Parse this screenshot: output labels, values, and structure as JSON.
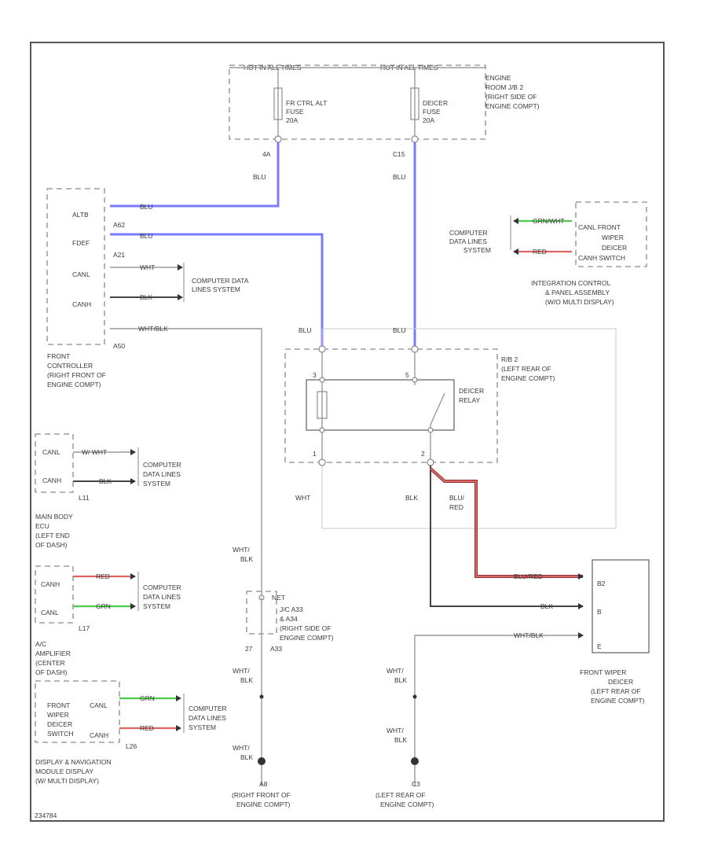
{
  "fuse_box": {
    "hot_label_1": "HOT IN ALL TIMES",
    "hot_label_2": "HOT IN ALL TIMES",
    "fuse_1": [
      "FR CTRL ALT",
      "FUSE",
      "20A"
    ],
    "fuse_2": [
      "DEICER",
      "FUSE",
      "20A"
    ],
    "location": [
      "ENGINE",
      "ROOM J/B 2",
      "(RIGHT SIDE OF",
      "ENGINE COMPT)"
    ],
    "pin_1": "4A",
    "pin_2": "C15"
  },
  "front_controller": {
    "pins": [
      "ALTB",
      "FDEF",
      "CANL",
      "CANH"
    ],
    "pin_ids": [
      "A62",
      "A21",
      "A50"
    ],
    "wire_labels": [
      "BLU",
      "BLU",
      "WHT",
      "BLK",
      "WHT/BLK"
    ],
    "data_lines": [
      "COMPUTER DATA",
      "LINES SYSTEM"
    ],
    "location": [
      "FRONT",
      "CONTROLLER",
      "(RIGHT FRONT OF",
      "ENGINE COMPT)"
    ]
  },
  "fuse_wire_labels": [
    "BLU",
    "BLU"
  ],
  "integration": {
    "data_lines": [
      "COMPUTER",
      "DATA LINES",
      "SYSTEM"
    ],
    "wire_labels": [
      "GRN/WHT",
      "RED"
    ],
    "box_text": [
      "CANL   FRONT",
      "WIPER",
      "DEICER",
      "CANH   SWITCH"
    ],
    "location": [
      "INTEGRATION CONTROL",
      "& PANEL ASSEMBLY",
      "(W/O MULTI DISPLAY)"
    ]
  },
  "relay_block": {
    "wire_top_labels": [
      "BLU",
      "BLU"
    ],
    "location": [
      "R/B 2",
      "(LEFT REAR OF",
      "ENGINE COMPT)"
    ],
    "relay": [
      "DEICER",
      "RELAY"
    ],
    "pins": [
      "1",
      "2",
      "3",
      "5"
    ],
    "wire_bottom_labels": [
      "WHT",
      "BLK",
      "BLU/",
      "RED"
    ]
  },
  "main_body": {
    "pins": [
      "CANL",
      "CANH"
    ],
    "wire_labels": [
      "W/ WHT",
      "BLK"
    ],
    "connector": "L11",
    "data_lines": [
      "COMPUTER",
      "DATA LINES",
      "SYSTEM"
    ],
    "location": [
      "MAIN BODY",
      "ECU",
      "(LEFT END",
      "OF DASH)"
    ]
  },
  "ac_amp": {
    "pins": [
      "CANH",
      "CANL"
    ],
    "wire_labels": [
      "RED",
      "GRN"
    ],
    "connector": "L17",
    "data_lines": [
      "COMPUTER",
      "DATA LINES",
      "SYSTEM"
    ],
    "location": [
      "A/C",
      "AMPLIFIER",
      "(CENTER",
      "OF DASH)"
    ]
  },
  "display": {
    "box_text": [
      "FRONT",
      "WIPER",
      "DEICER",
      "SWITCH"
    ],
    "pins": [
      "CANL",
      "CANH"
    ],
    "wire_labels": [
      "GRN",
      "RED"
    ],
    "connector": "L26",
    "data_lines": [
      "COMPUTER",
      "DATA LINES",
      "SYSTEM"
    ],
    "location": [
      "DISPLAY & NAVIGATION",
      "MODULE DISPLAY",
      "(W/ MULTI DISPLAY)"
    ]
  },
  "junction": {
    "wire_label": [
      "WHT/",
      "BLK"
    ],
    "label": [
      "NET"
    ],
    "detail": [
      "J/C A33",
      "& A34",
      "(RIGHT SIDE OF",
      "ENGINE COMPT)"
    ],
    "pin_left": "27",
    "pin_right": "A33"
  },
  "ground_left": {
    "wire_1": [
      "WHT/",
      "BLK"
    ],
    "wire_2": [
      "WHT/",
      "BLK"
    ],
    "id": "A8",
    "location": [
      "(RIGHT FRONT OF",
      "ENGINE COMPT)"
    ]
  },
  "ground_right": {
    "wire_1": [
      "WHT/",
      "BLK"
    ],
    "wire_2": [
      "WHT/",
      "BLK"
    ],
    "id": "C3",
    "location": [
      "(LEFT REAR OF",
      "ENGINE COMPT)"
    ]
  },
  "deicer": {
    "pins": [
      "B2",
      "B",
      "E"
    ],
    "wire_labels": [
      "BLU/RED",
      "BLK",
      "WHT/BLK"
    ],
    "location": [
      "FRONT WIPER",
      "DEICER",
      "(LEFT REAR OF",
      "ENGINE COMPT)"
    ]
  },
  "footer_code": "234784"
}
